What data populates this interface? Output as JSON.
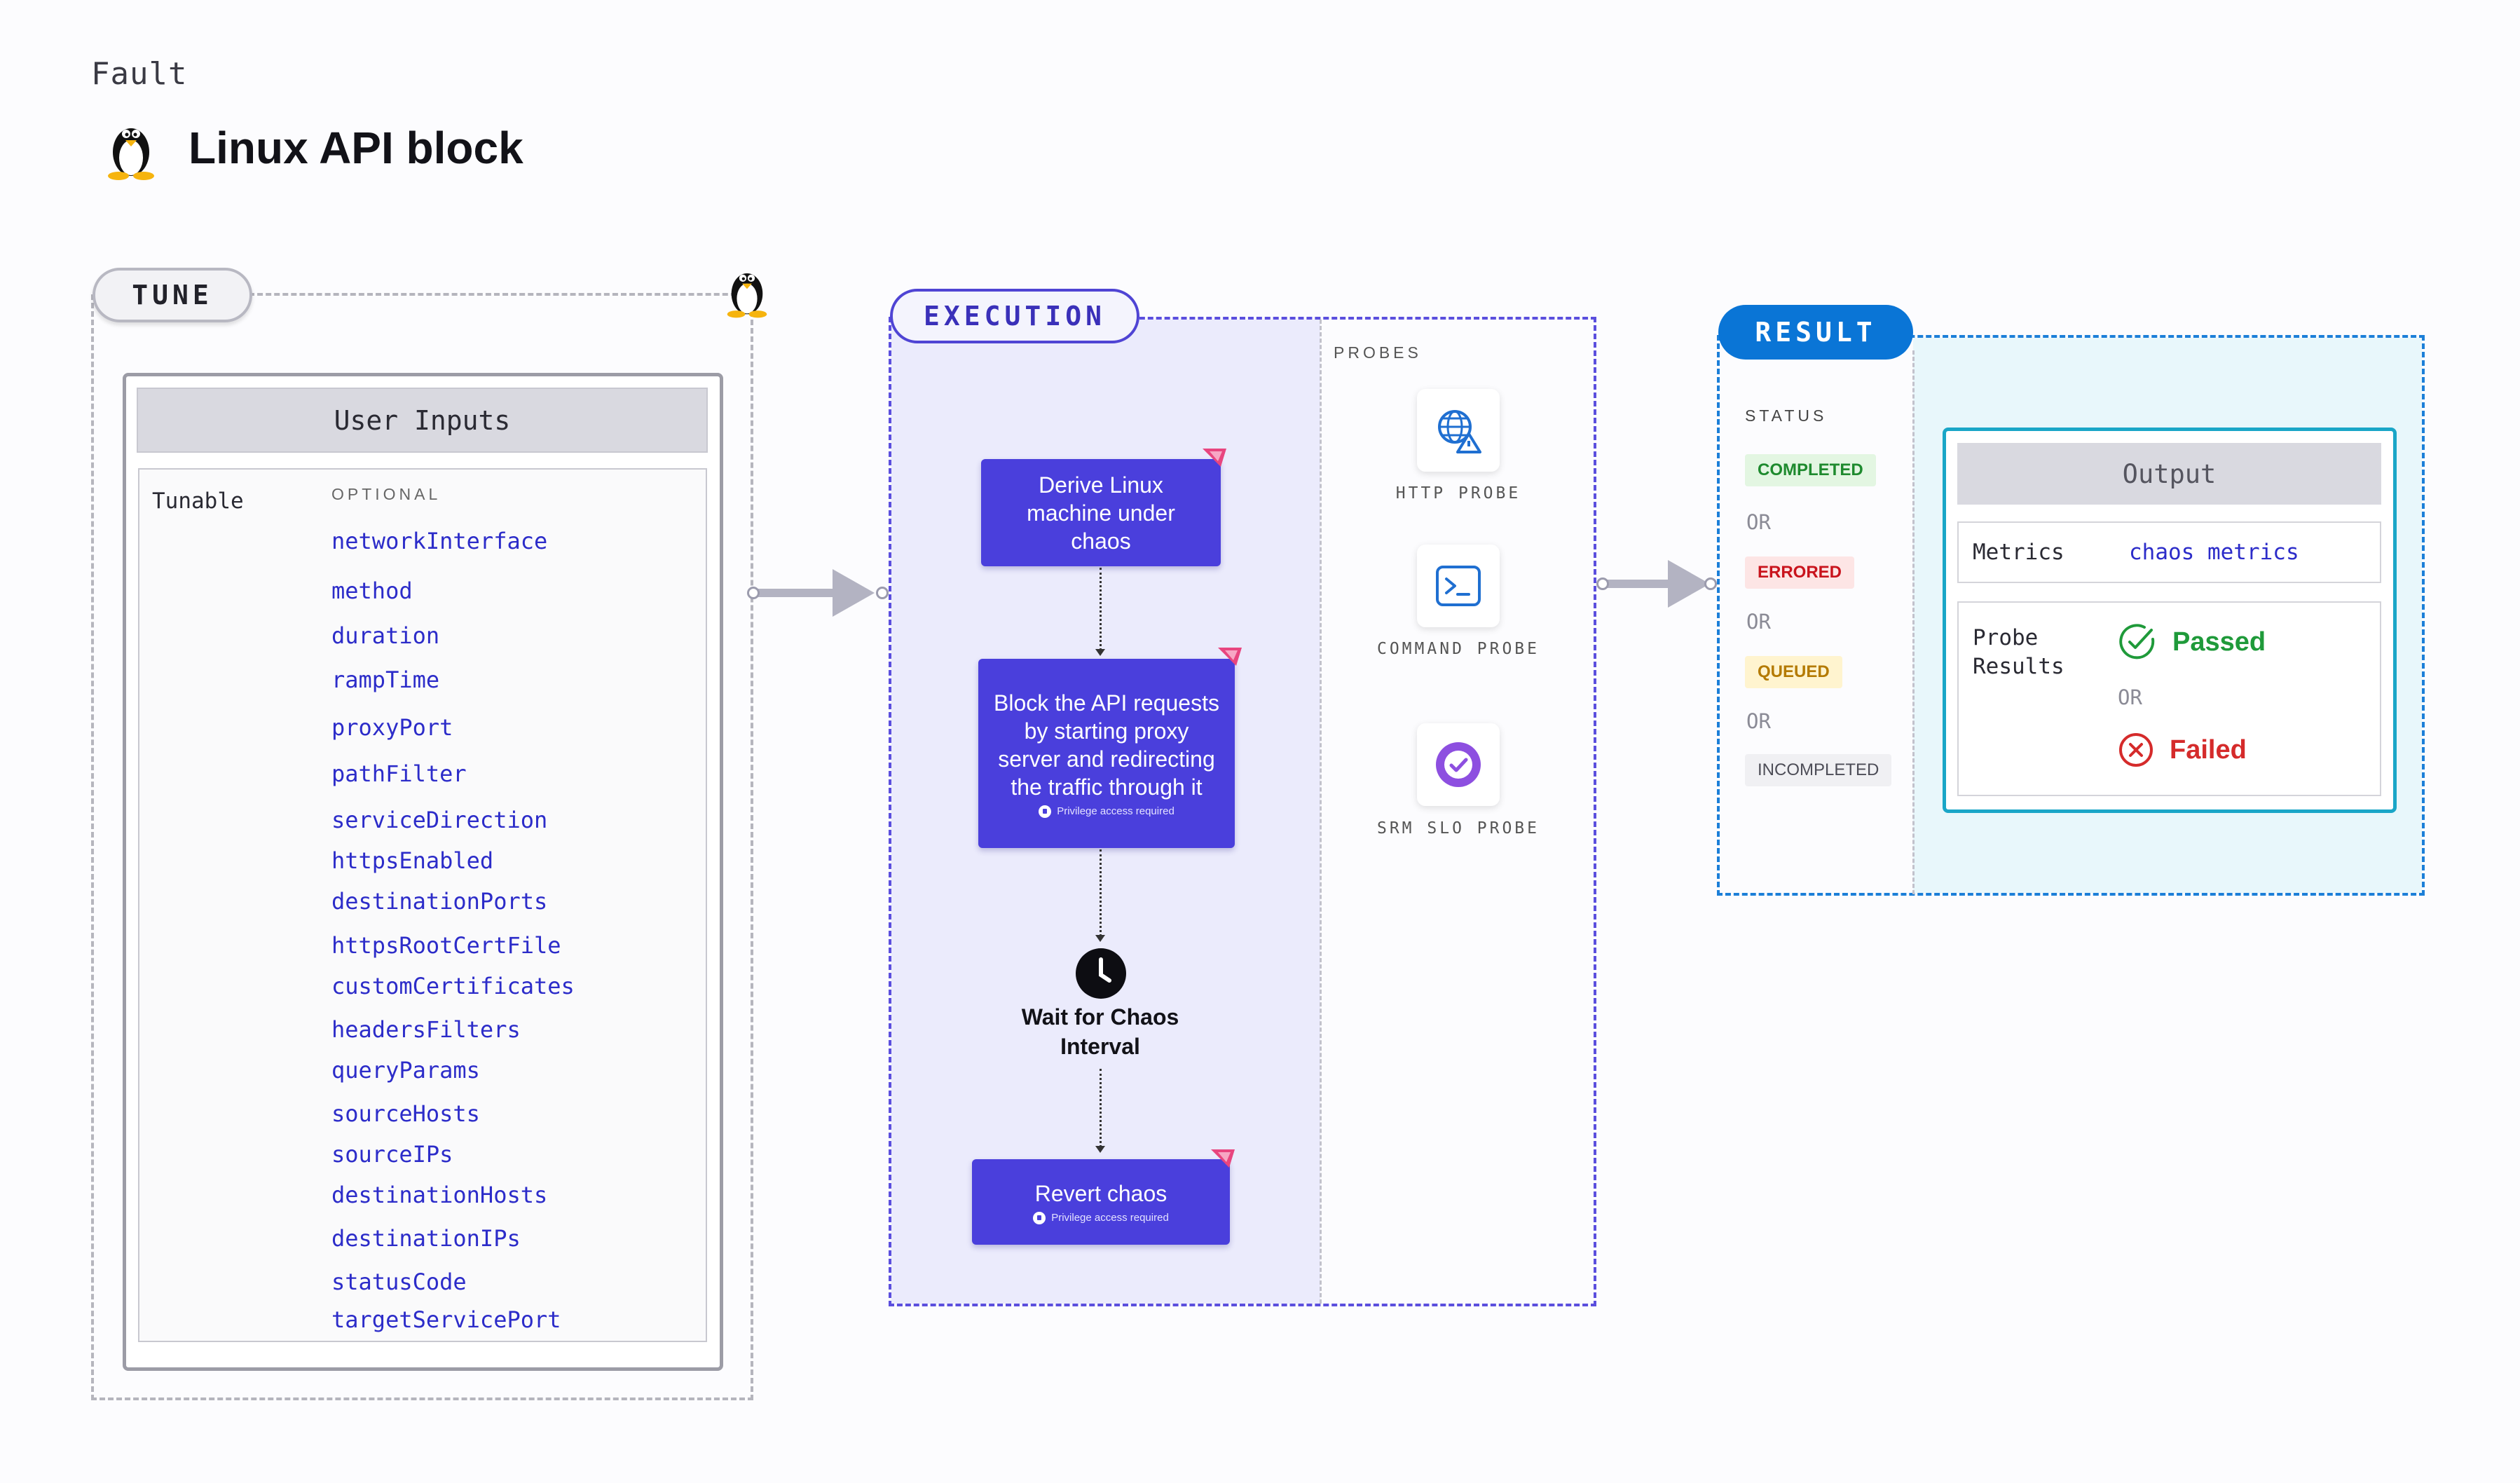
{
  "header": {
    "eyebrow": "Fault",
    "title": "Linux API block",
    "title_icon": "linux-penguin-icon"
  },
  "tune": {
    "pill": "TUNE",
    "user_inputs_title": "User Inputs",
    "tunable_label": "Tunable",
    "optional_label": "OPTIONAL",
    "params": [
      "networkInterface",
      "method",
      "duration",
      "rampTime",
      "proxyPort",
      "pathFilter",
      "serviceDirection",
      "httpsEnabled",
      "destinationPorts",
      "httpsRootCertFile",
      "customCertificates",
      "headersFilters",
      "queryParams",
      "sourceHosts",
      "sourceIPs",
      "destinationHosts",
      "destinationIPs",
      "statusCode",
      "targetServicePort"
    ]
  },
  "execution": {
    "pill": "EXECUTION",
    "steps": [
      {
        "label": "Derive Linux machine under chaos"
      },
      {
        "label": "Block the API requests by starting proxy server and redirecting the traffic through it",
        "note": "Privilege access required"
      },
      {
        "label": "Wait for Chaos Interval"
      },
      {
        "label": "Revert chaos",
        "note": "Privilege access required"
      }
    ],
    "probes_label": "PROBES",
    "probes": [
      {
        "label": "HTTP PROBE",
        "icon": "globe-warning-icon"
      },
      {
        "label": "COMMAND PROBE",
        "icon": "terminal-icon"
      },
      {
        "label": "SRM SLO PROBE",
        "icon": "srm-slo-icon"
      }
    ]
  },
  "result": {
    "pill": "RESULT",
    "status_label": "STATUS",
    "statuses": [
      {
        "label": "COMPLETED",
        "fg": "#1e8a2e",
        "bg": "#e3f6e2"
      },
      {
        "label": "ERRORED",
        "fg": "#c9141d",
        "bg": "#fde5e5"
      },
      {
        "label": "QUEUED",
        "fg": "#b47a00",
        "bg": "#fff4cf"
      },
      {
        "label": "INCOMPLETED",
        "fg": "#4d4d57",
        "bg": "#f0f0f3"
      }
    ],
    "or": "OR",
    "output_title": "Output",
    "metrics_label": "Metrics",
    "metrics_value": "chaos metrics",
    "probe_results_label": "Probe Results",
    "passed": "Passed",
    "failed": "Failed"
  },
  "colors": {
    "execution_accent": "#4a3fdc",
    "result_accent": "#0a75d6",
    "param_text": "#2c2cc9",
    "passed": "#1f9a3a",
    "failed": "#d52b2b"
  }
}
